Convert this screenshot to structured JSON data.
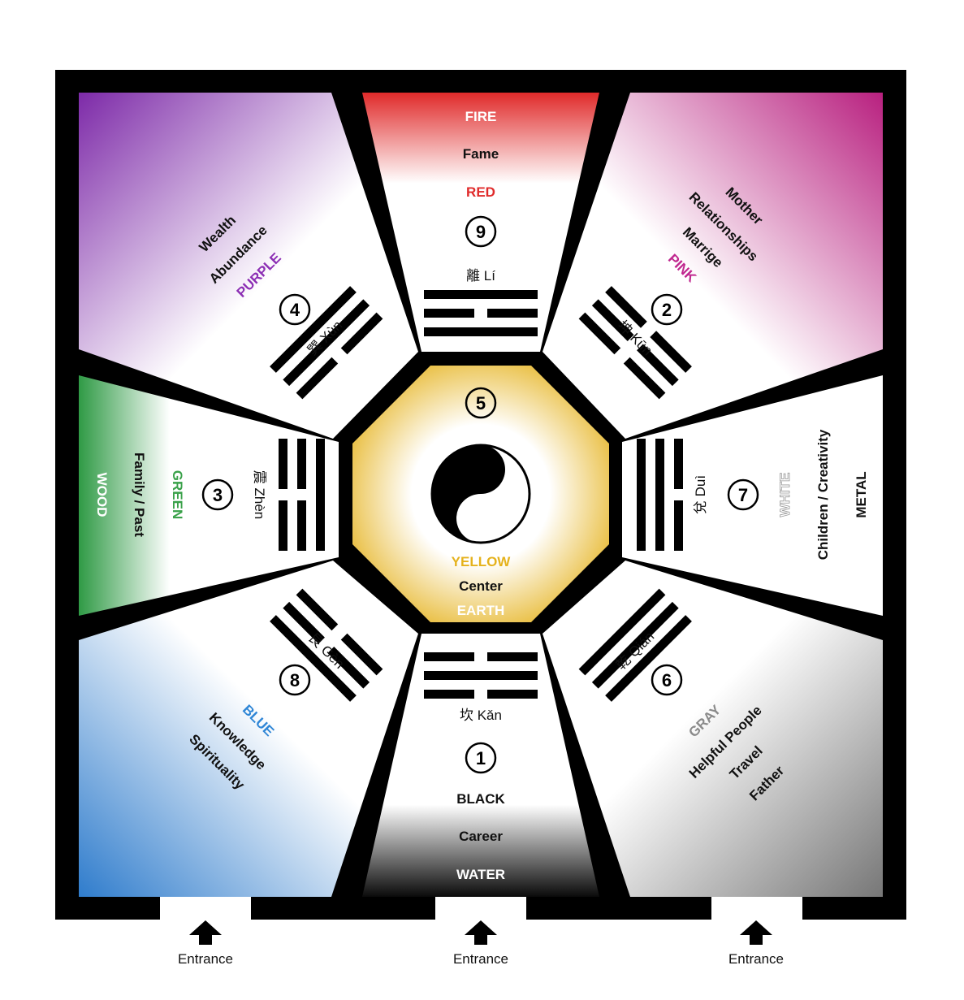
{
  "areas": {
    "fire": {
      "number": "9",
      "element": "FIRE",
      "aspect": "Fame",
      "color_name": "RED",
      "trigram": "離 Lí",
      "color": "#e8312f"
    },
    "kun": {
      "number": "2",
      "aspects": [
        "Mother",
        "Relationships",
        "Marrige"
      ],
      "color_name": "PINK",
      "trigram": "坤 Kūn",
      "color": "#c0288f"
    },
    "metal": {
      "number": "7",
      "element": "METAL",
      "aspect": "Children / Creativity",
      "color_name": "WHITE",
      "trigram": "兌 Duì",
      "color": "#ffffff"
    },
    "qian": {
      "number": "6",
      "aspects": [
        "Helpful People",
        "Travel",
        "Father"
      ],
      "color_name": "GRAY",
      "trigram": "乾 Qián",
      "color": "#8a8a8a"
    },
    "water": {
      "number": "1",
      "element": "WATER",
      "aspect": "Career",
      "color_name": "BLACK",
      "trigram": "坎 Kǎn",
      "color": "#111111"
    },
    "gen": {
      "number": "8",
      "aspects": [
        "Knowledge",
        "Spirituality"
      ],
      "color_name": "BLUE",
      "trigram": "艮 Gèn",
      "color": "#2f86d6"
    },
    "wood": {
      "number": "3",
      "element": "WOOD",
      "aspect": "Family / Past",
      "color_name": "GREEN",
      "trigram": "震 Zhèn",
      "color": "#3aa14a"
    },
    "xun": {
      "number": "4",
      "aspects": [
        "Wealth",
        "Abundance"
      ],
      "color_name": "PURPLE",
      "trigram": "巽 Xùn",
      "color": "#8c2fb4"
    },
    "center": {
      "number": "5",
      "element": "EARTH",
      "aspect": "Center",
      "color_name": "YELLOW",
      "color": "#e8b320"
    }
  },
  "entrances": [
    "Entrance",
    "Entrance",
    "Entrance"
  ]
}
